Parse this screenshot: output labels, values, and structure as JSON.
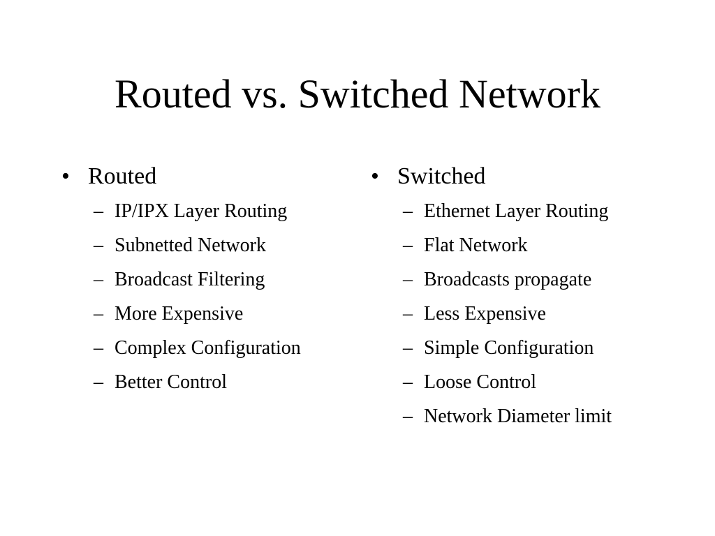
{
  "slide": {
    "title": "Routed vs. Switched Network",
    "bullet_glyph": "•",
    "dash_glyph": "–",
    "left": {
      "heading": "Routed",
      "items": [
        "IP/IPX Layer Routing",
        "Subnetted Network",
        "Broadcast Filtering",
        "More Expensive",
        "Complex Configuration",
        "Better Control"
      ]
    },
    "right": {
      "heading": "Switched",
      "items": [
        "Ethernet Layer Routing",
        "Flat Network",
        "Broadcasts propagate",
        "Less Expensive",
        "Simple Configuration",
        "Loose Control",
        "Network Diameter limit"
      ]
    }
  }
}
